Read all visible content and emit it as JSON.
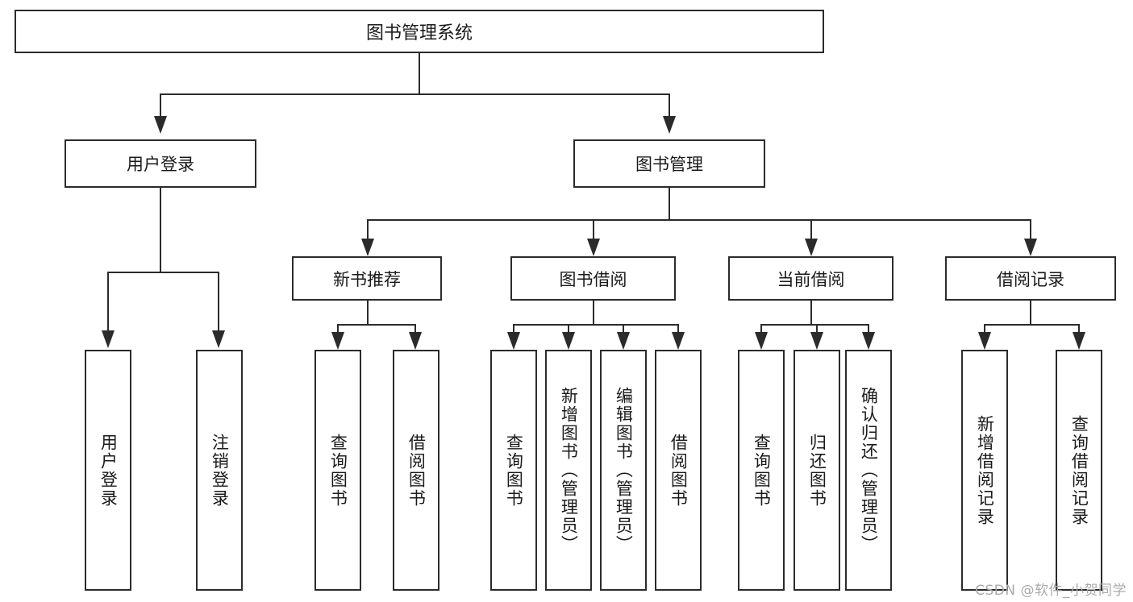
{
  "diagram": {
    "title": "图书管理系统",
    "root": {
      "label": "图书管理系统"
    },
    "level1": [
      {
        "label": "用户登录"
      },
      {
        "label": "图书管理"
      }
    ],
    "level2": [
      {
        "label": "新书推荐"
      },
      {
        "label": "图书借阅"
      },
      {
        "label": "当前借阅"
      },
      {
        "label": "借阅记录"
      }
    ],
    "leaves": {
      "user_login": [
        {
          "label": "用户登录"
        },
        {
          "label": "注销登录"
        }
      ],
      "new_book": [
        {
          "label": "查询图书"
        },
        {
          "label": "借阅图书"
        }
      ],
      "borrow_book": [
        {
          "label": "查询图书"
        },
        {
          "label": "新增图书（管理员）"
        },
        {
          "label": "编辑图书（管理员）"
        },
        {
          "label": "借阅图书"
        }
      ],
      "current_borrow": [
        {
          "label": "查询图书"
        },
        {
          "label": "归还图书"
        },
        {
          "label": "确认归还（管理员）"
        }
      ],
      "borrow_record": [
        {
          "label": "新增借阅记录"
        },
        {
          "label": "查询借阅记录"
        }
      ]
    }
  },
  "watermark": {
    "text": "CSDN @软件_小贺同学"
  },
  "colors": {
    "line": "#2b2b2b",
    "box_border": "#2b2b2b",
    "box_fill": "#ffffff",
    "text": "#1a1a1a",
    "watermark": "#a9a9a9"
  }
}
